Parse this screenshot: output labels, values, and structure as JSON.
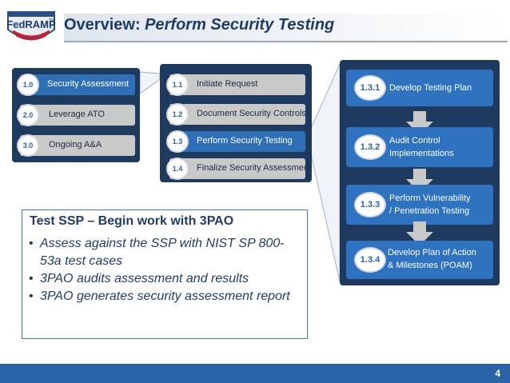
{
  "logo": {
    "text": "FedRAMP",
    "tm": "TM"
  },
  "title": {
    "prefix": "Overview: ",
    "emphasis": "Perform Security Testing"
  },
  "phases": [
    {
      "num": "1.0",
      "label": "Security Assessment",
      "active": true
    },
    {
      "num": "2.0",
      "label": "Leverage ATO",
      "active": false
    },
    {
      "num": "3.0",
      "label": "Ongoing A&A",
      "active": false
    }
  ],
  "substeps": [
    {
      "num": "1.1",
      "label": "Initiate Request",
      "active": false
    },
    {
      "num": "1.2",
      "label": "Document Security Controls",
      "active": false
    },
    {
      "num": "1.3",
      "label": "Perform Security Testing",
      "active": true
    },
    {
      "num": "1.4",
      "label": "Finalize Security Assessment",
      "active": false
    }
  ],
  "steps": [
    {
      "num": "1.3.1",
      "line1": "Develop Testing Plan",
      "line2": ""
    },
    {
      "num": "1.3.2",
      "line1": "Audit Control",
      "line2": "Implementations"
    },
    {
      "num": "1.3.3",
      "line1": "Perform Vulnerability",
      "line2": "/ Penetration Testing"
    },
    {
      "num": "1.3.4",
      "line1": "Develop Plan of Action",
      "line2": "& Milestones (POAM)"
    }
  ],
  "textbox": {
    "heading": "Test SSP – Begin work with 3PAO",
    "bullets": [
      "Assess against the SSP with NIST SP 800-53a test cases",
      "3PAO audits assessment and results",
      "3PAO generates security assessment report"
    ]
  },
  "footer": {
    "page": "4"
  },
  "colors": {
    "navy": "#1e3a5f",
    "blue": "#2e72c0",
    "footer": "#2a63a8",
    "grey": "#c9c9c9"
  }
}
